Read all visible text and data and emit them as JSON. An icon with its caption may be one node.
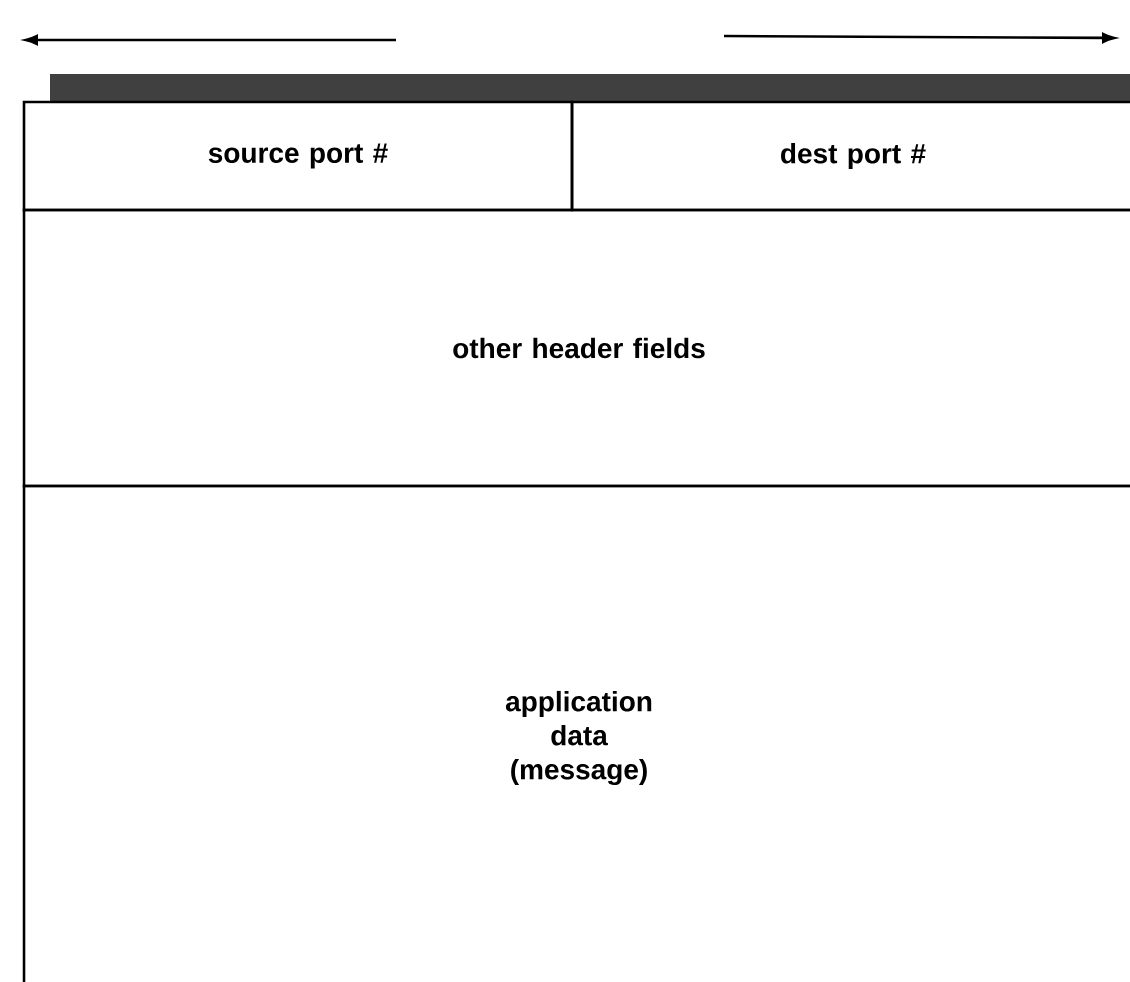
{
  "diagram": {
    "nodes": [
      {
        "text": [
          "source port #"
        ]
      },
      {
        "text": [
          "dest port #"
        ]
      },
      {
        "text": [
          "other header fields"
        ]
      },
      {
        "text": [
          "application data (message)"
        ]
      }
    ]
  }
}
